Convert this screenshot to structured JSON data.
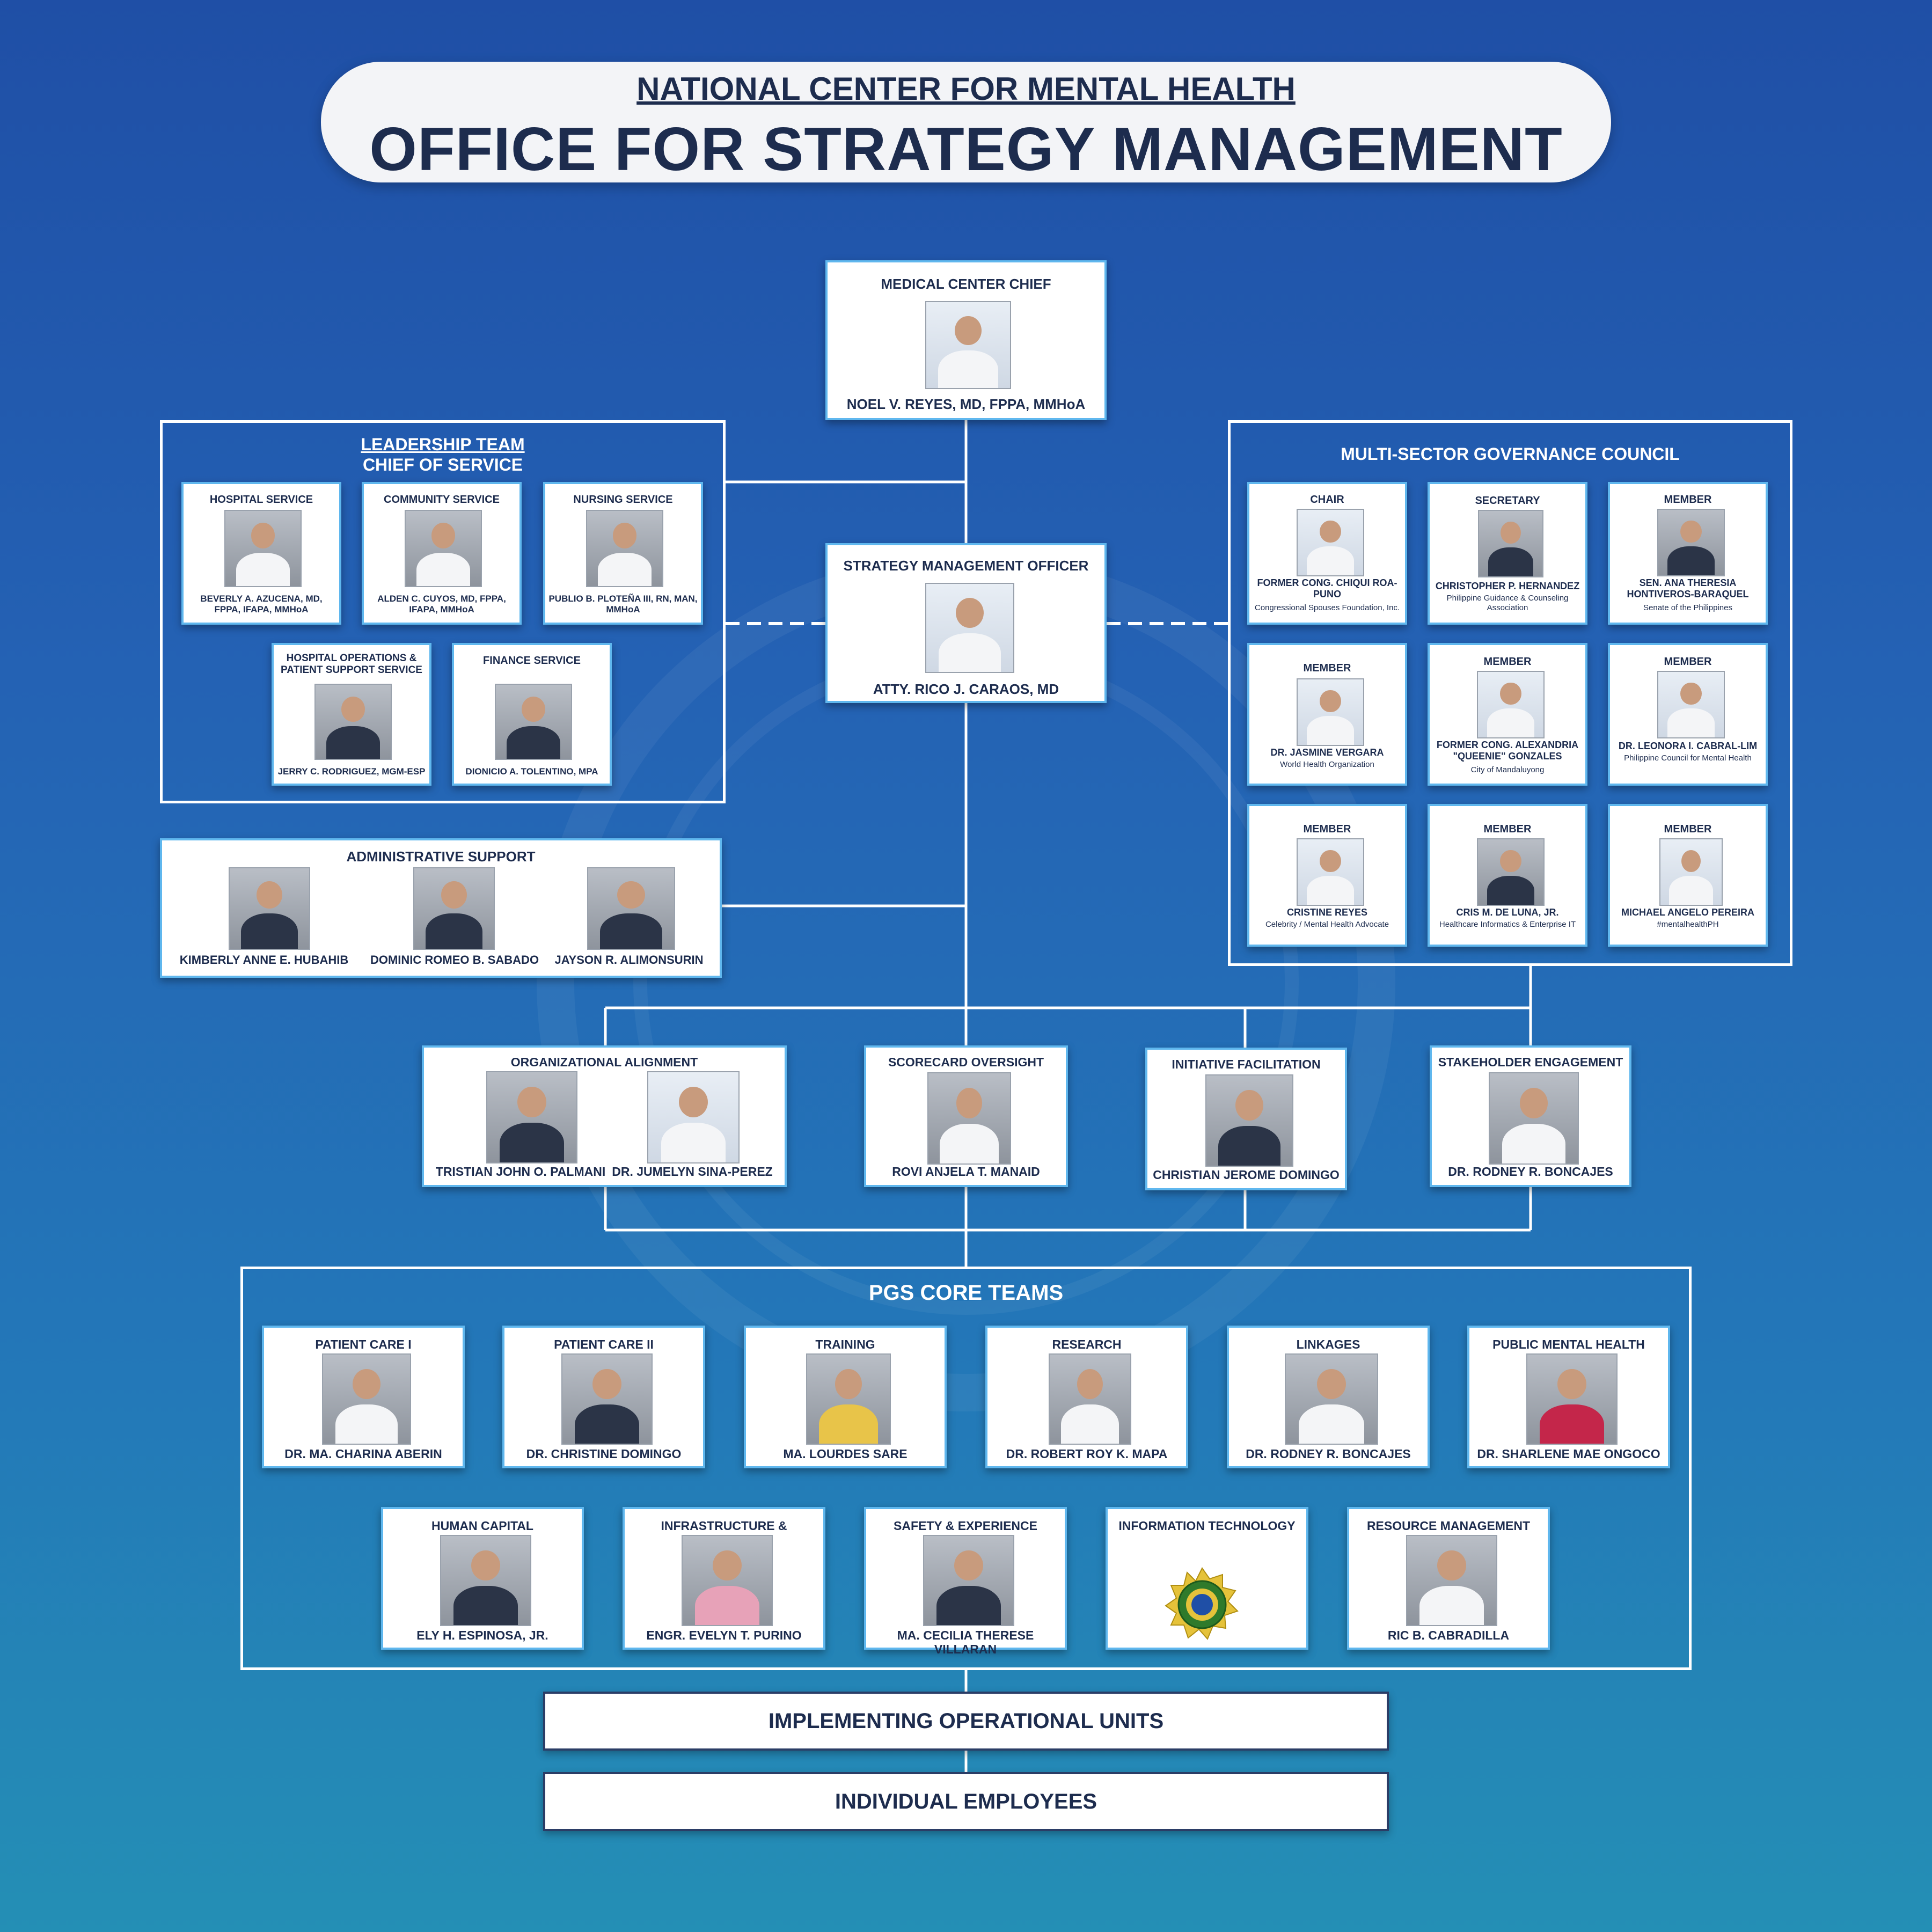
{
  "header": {
    "org": "NATIONAL CENTER FOR MENTAL HEALTH",
    "office": "OFFICE FOR STRATEGY MANAGEMENT"
  },
  "chief": {
    "title": "MEDICAL CENTER CHIEF",
    "name": "NOEL V. REYES, MD, FPPA, MMHoA"
  },
  "smo": {
    "title": "STRATEGY MANAGEMENT OFFICER",
    "name": "ATTY. RICO J. CARAOS, MD"
  },
  "leadership": {
    "title_1": "LEADERSHIP TEAM",
    "title_2": "CHIEF OF SERVICE",
    "members": [
      {
        "role": "HOSPITAL SERVICE",
        "name": "BEVERLY A. AZUCENA, MD, FPPA, IFAPA, MMHoA"
      },
      {
        "role": "COMMUNITY SERVICE",
        "name": "ALDEN C. CUYOS, MD, FPPA, IFAPA, MMHoA"
      },
      {
        "role": "NURSING SERVICE",
        "name": "PUBLIO B. PLOTEÑA III, RN, MAN, MMHoA"
      },
      {
        "role": "HOSPITAL OPERATIONS & PATIENT SUPPORT SERVICE",
        "name": "JERRY C. RODRIGUEZ, MGM-ESP"
      },
      {
        "role": "FINANCE SERVICE",
        "name": "DIONICIO A. TOLENTINO, MPA"
      }
    ]
  },
  "admin": {
    "title": "ADMINISTRATIVE SUPPORT",
    "members": [
      "KIMBERLY ANNE E. HUBAHIB",
      "DOMINIC ROMEO B. SABADO",
      "JAYSON R. ALIMONSURIN"
    ]
  },
  "council": {
    "title": "MULTI-SECTOR GOVERNANCE COUNCIL",
    "members": [
      {
        "role": "CHAIR",
        "name": "FORMER CONG. CHIQUI ROA-PUNO",
        "org": "Congressional Spouses Foundation, Inc."
      },
      {
        "role": "SECRETARY",
        "name": "CHRISTOPHER P. HERNANDEZ",
        "org": "Philippine Guidance & Counseling Association"
      },
      {
        "role": "MEMBER",
        "name": "SEN. ANA THERESIA HONTIVEROS-BARAQUEL",
        "org": "Senate of the Philippines"
      },
      {
        "role": "MEMBER",
        "name": "DR. JASMINE VERGARA",
        "org": "World Health Organization"
      },
      {
        "role": "MEMBER",
        "name": "FORMER CONG. ALEXANDRIA \"QUEENIE\" GONZALES",
        "org": "City of Mandaluyong"
      },
      {
        "role": "MEMBER",
        "name": "DR. LEONORA I. CABRAL-LIM",
        "org": "Philippine Council for Mental Health"
      },
      {
        "role": "MEMBER",
        "name": "CRISTINE REYES",
        "org": "Celebrity / Mental Health Advocate"
      },
      {
        "role": "MEMBER",
        "name": "CRIS M. DE LUNA, JR.",
        "org": "Healthcare Informatics & Enterprise IT"
      },
      {
        "role": "MEMBER",
        "name": "MICHAEL ANGELO PEREIRA",
        "org": "#mentalhealthPH"
      }
    ]
  },
  "units": {
    "alignment": {
      "title": "ORGANIZATIONAL ALIGNMENT",
      "names": [
        "TRISTIAN JOHN O.  PALMANI",
        "DR. JUMELYN SINA-PEREZ"
      ]
    },
    "scorecard": {
      "title": "SCORECARD OVERSIGHT",
      "name": "ROVI ANJELA T. MANAID"
    },
    "initiative": {
      "title": "INITIATIVE FACILITATION",
      "name": "CHRISTIAN JEROME DOMINGO"
    },
    "stakeholder": {
      "title": "STAKEHOLDER ENGAGEMENT",
      "name": "DR. RODNEY R. BONCAJES"
    }
  },
  "pgs": {
    "title": "PGS CORE TEAMS",
    "row1": [
      {
        "role": "PATIENT CARE I",
        "name": "DR. MA. CHARINA ABERIN"
      },
      {
        "role": "PATIENT CARE II",
        "name": "DR. CHRISTINE DOMINGO"
      },
      {
        "role": "TRAINING",
        "name": "MA. LOURDES SARE"
      },
      {
        "role": "RESEARCH",
        "name": "DR. ROBERT ROY K. MAPA"
      },
      {
        "role": "LINKAGES",
        "name": "DR. RODNEY R. BONCAJES"
      },
      {
        "role": "PUBLIC MENTAL HEALTH",
        "name": "DR. SHARLENE MAE ONGOCO"
      }
    ],
    "row2": [
      {
        "role": "HUMAN CAPITAL",
        "name": "ELY H. ESPINOSA, JR."
      },
      {
        "role": "INFRASTRUCTURE & EQUIPMENT",
        "name": "ENGR. EVELYN T. PURINO"
      },
      {
        "role": "SAFETY & EXPERIENCE",
        "name": "MA. CECILIA THERESE VILLARAN"
      },
      {
        "role": "INFORMATION TECHNOLOGY",
        "name": ""
      },
      {
        "role": "RESOURCE MANAGEMENT",
        "name": "RIC B. CABRADILLA"
      }
    ]
  },
  "bottom": {
    "units": "IMPLEMENTING OPERATIONAL UNITS",
    "employees": "INDIVIDUAL EMPLOYEES"
  },
  "colors": {
    "text": "#1d2c4e",
    "card_border": "#5fb7ee",
    "line": "#ffffff",
    "seal_green": "#2f7a2b",
    "seal_gold": "#e5c23a"
  }
}
